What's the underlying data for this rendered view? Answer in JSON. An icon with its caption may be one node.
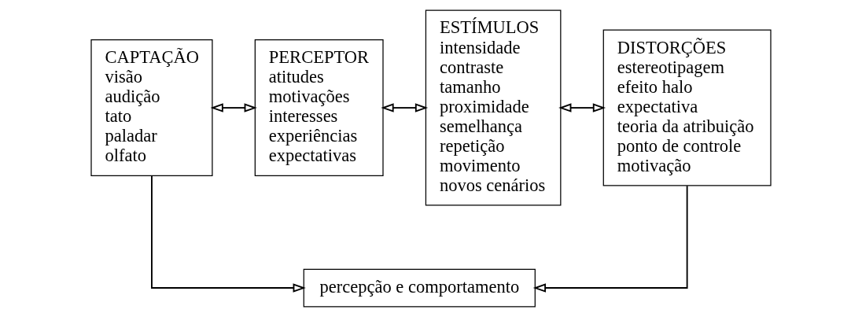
{
  "diagram": {
    "nodes": [
      {
        "text": [
          "CAPTAÇÃO",
          "visão",
          "audição",
          "tato",
          "paladar",
          "olfato"
        ]
      },
      {
        "text": [
          "PERCEPTOR",
          "atitudes",
          "motivações",
          "interesses",
          "experiências",
          "expectativas"
        ]
      },
      {
        "text": [
          "ESTÍMULOS",
          "intensidade",
          "contraste",
          "tamanho",
          "proximidade",
          "semelhança",
          "repetição",
          "movimento",
          "novos cenários"
        ]
      },
      {
        "text": [
          "DISTORÇÕES",
          "estereotipagem",
          "efeito halo",
          "expectativa",
          "teoria da atribuição",
          "ponto de controle",
          "motivação"
        ]
      },
      {
        "text": [
          "percepção e comportamento"
        ]
      }
    ],
    "edges": [
      {
        "from": 0,
        "to": 1,
        "arrow": "both"
      },
      {
        "from": 1,
        "to": 2,
        "arrow": "both"
      },
      {
        "from": 2,
        "to": 3,
        "arrow": "both"
      },
      {
        "from": 0,
        "to": 4,
        "arrow": "to"
      },
      {
        "from": 3,
        "to": 4,
        "arrow": "to"
      }
    ]
  }
}
